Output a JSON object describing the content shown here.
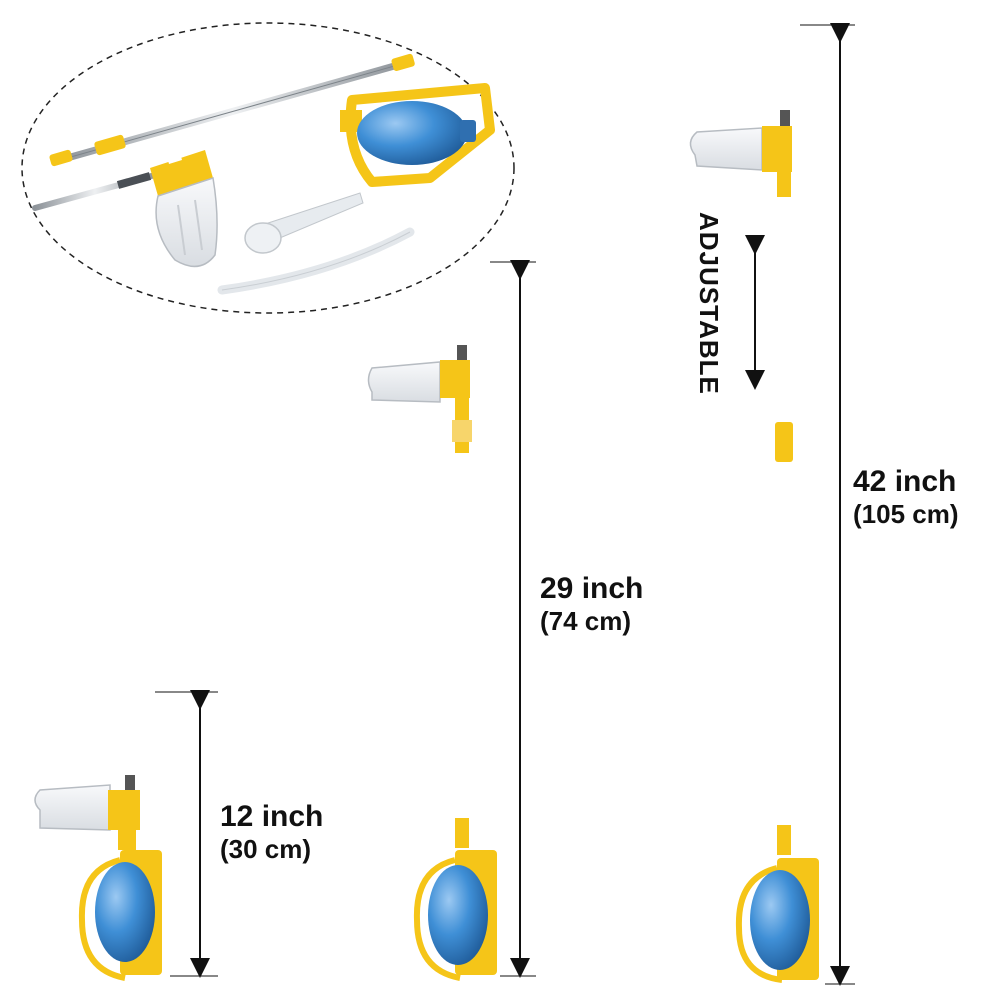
{
  "labels": {
    "short": {
      "size_in": "12 inch",
      "size_cm": "(30 cm)"
    },
    "medium": {
      "size_in": "29 inch",
      "size_cm": "(74 cm)"
    },
    "long": {
      "size_in": "42 inch",
      "size_cm": "(105 cm)"
    },
    "adjustable": "ADJUSTABLE"
  },
  "colors": {
    "yellow": "#f5c518",
    "blue_bulb": "#3f8fd6",
    "steel": "#b9bec4",
    "clear_cup": "#eef1f4",
    "dark_text": "#111111"
  }
}
